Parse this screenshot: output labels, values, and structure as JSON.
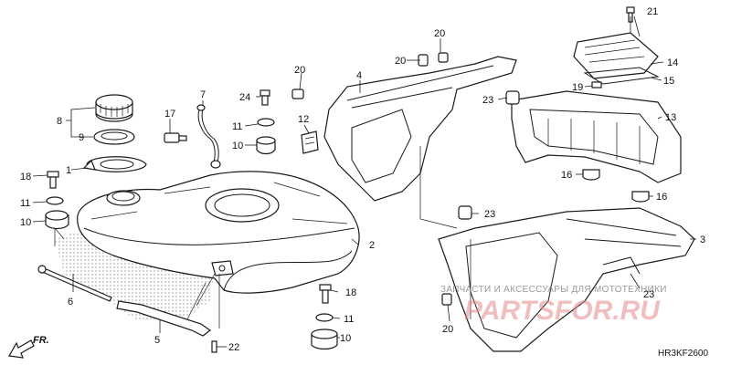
{
  "diagram_code": "HR3KF2600",
  "front_label": "FR.",
  "watermark": {
    "top_text": "ЗАПЧАСТИ И АКСЕССУАРЫ ДЛЯ МОТОТЕХНИКИ",
    "brand_text": "PARTSFOR.RU"
  },
  "callouts": [
    "2",
    "3",
    "4",
    "5",
    "6",
    "7",
    "8",
    "9",
    "10",
    "11",
    "12",
    "13",
    "14",
    "15",
    "16",
    "17",
    "18",
    "19",
    "20",
    "21",
    "22",
    "23",
    "24"
  ]
}
